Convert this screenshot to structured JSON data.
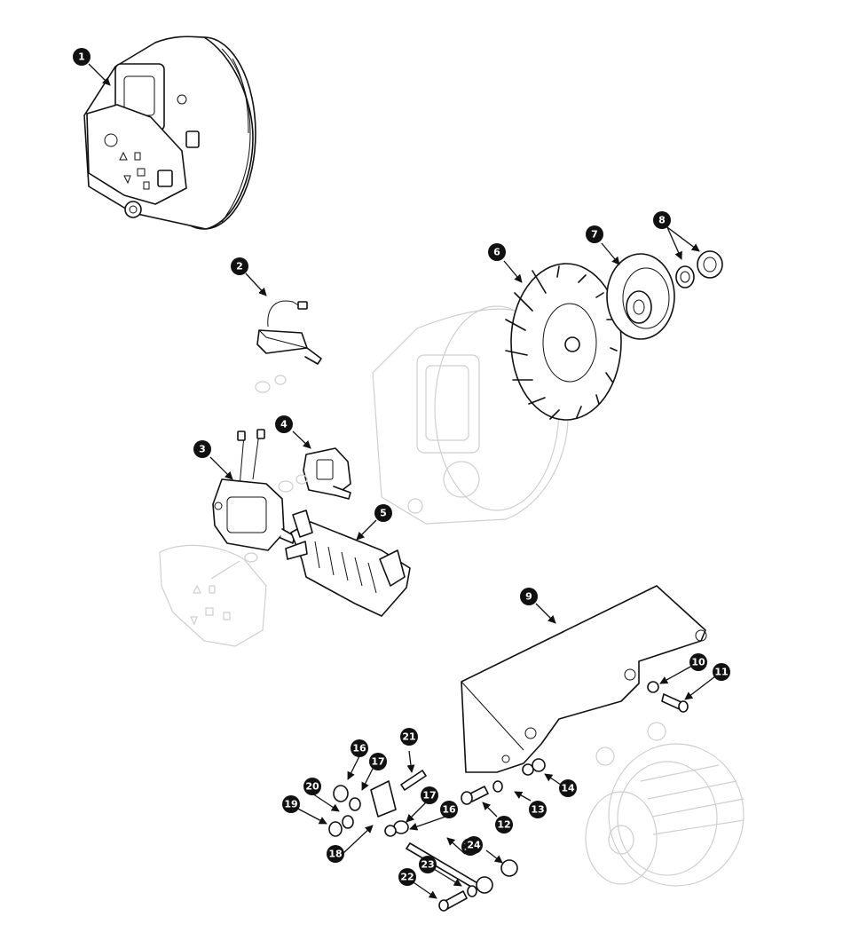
{
  "diagram": {
    "colors": {
      "ink": "#111111",
      "ghost": "#cfcfcf",
      "background": "#ffffff"
    },
    "callouts": [
      "1",
      "2",
      "3",
      "4",
      "5",
      "6",
      "7",
      "8",
      "9",
      "10",
      "11",
      "12",
      "13",
      "14",
      "15",
      "16",
      "17",
      "18",
      "19",
      "20",
      "21",
      "22",
      "23",
      "24"
    ]
  }
}
